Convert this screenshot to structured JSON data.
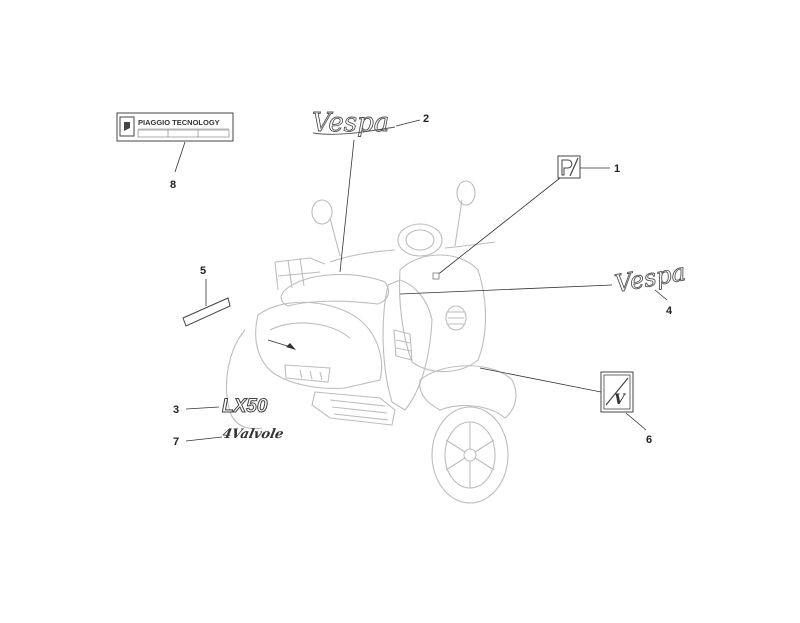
{
  "parts": {
    "p1": "1",
    "p2": "2",
    "p3": "3",
    "p4": "4",
    "p5": "5",
    "p6": "6",
    "p7": "7",
    "p8": "8"
  },
  "decals": {
    "plate_text": "PIAGGIO TECNOLOGY",
    "vespa_script": "Vespa",
    "model_badge": "LX50",
    "side_script": "4Valvole",
    "corner_badge": "V"
  },
  "colors": {
    "scooter_line": "#bdbdbd",
    "leader_line": "#333333",
    "decal_outline": "#444444"
  },
  "icons": [
    "scooter-illustration",
    "piaggio-logo-icon"
  ]
}
